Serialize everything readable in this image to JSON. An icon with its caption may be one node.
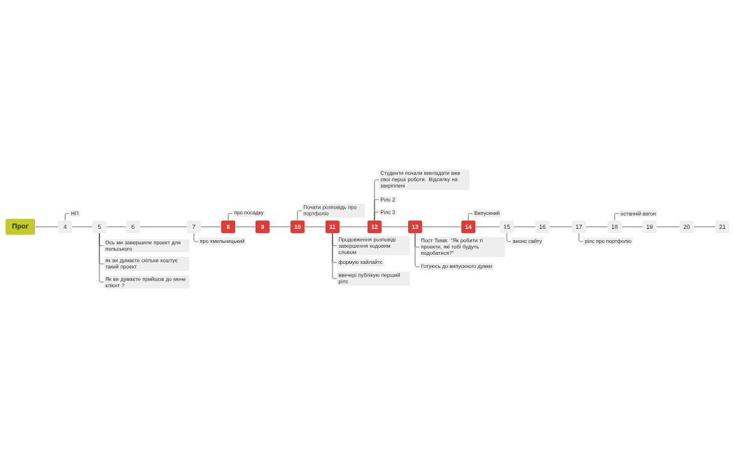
{
  "diagram": {
    "nodes": [
      {
        "text": [
          "Прог"
        ]
      },
      {
        "text": [
          "4"
        ]
      },
      {
        "text": [
          "5"
        ]
      },
      {
        "text": [
          "6"
        ]
      },
      {
        "text": [
          "7"
        ]
      },
      {
        "text": [
          "8"
        ]
      },
      {
        "text": [
          "9"
        ]
      },
      {
        "text": [
          "10"
        ]
      },
      {
        "text": [
          "11"
        ]
      },
      {
        "text": [
          "12"
        ]
      },
      {
        "text": [
          "13"
        ]
      },
      {
        "text": [
          "14"
        ]
      },
      {
        "text": [
          "15"
        ]
      },
      {
        "text": [
          "16"
        ]
      },
      {
        "text": [
          "17"
        ]
      },
      {
        "text": [
          "18"
        ]
      },
      {
        "text": [
          "19"
        ]
      },
      {
        "text": [
          "20"
        ]
      },
      {
        "text": [
          "21"
        ]
      },
      {
        "text": [
          "НП"
        ]
      },
      {
        "text": [
          "Ось ми завершили проект для польського"
        ]
      },
      {
        "text": [
          "як ви думаєте скільки коштує такий проект"
        ]
      },
      {
        "text": [
          "Як ви думаєте прийшов до мене клієнт ?"
        ]
      },
      {
        "text": [
          "про хмельницький"
        ]
      },
      {
        "text": [
          "про посадку"
        ]
      },
      {
        "text": [
          "Почати розповідь про портфоліо"
        ]
      },
      {
        "text": [
          "Студенти почали викладати вже свої перші роботи. Відсилку на закріплені"
        ]
      },
      {
        "text": [
          "Рілс 2"
        ]
      },
      {
        "text": [
          "Рілс 3"
        ]
      },
      {
        "text": [
          "Продовження розповіді завершення кодовим словом"
        ]
      },
      {
        "text": [
          "формую хайлайтс"
        ]
      },
      {
        "text": [
          "ввечері публікую перший рілс"
        ]
      },
      {
        "text": [
          "Пост Тема: “Як робити ті проекти, які тобі будуть подобатися?”"
        ]
      },
      {
        "text": [
          "Готуюсь до випускного думки"
        ]
      },
      {
        "text": [
          "Випускний"
        ]
      },
      {
        "text": [
          "анонс сайту"
        ]
      },
      {
        "text": [
          "рілс про портфоліо"
        ]
      },
      {
        "text": [
          "останній вагон"
        ]
      }
    ],
    "edges": [
      {
        "from": 0,
        "to": 1,
        "arrow": "none"
      },
      {
        "from": 1,
        "to": 2,
        "arrow": "none"
      },
      {
        "from": 2,
        "to": 3,
        "arrow": "none"
      },
      {
        "from": 3,
        "to": 4,
        "arrow": "none"
      },
      {
        "from": 4,
        "to": 5,
        "arrow": "none"
      },
      {
        "from": 5,
        "to": 6,
        "arrow": "none"
      },
      {
        "from": 6,
        "to": 7,
        "arrow": "none"
      },
      {
        "from": 7,
        "to": 8,
        "arrow": "none"
      },
      {
        "from": 8,
        "to": 9,
        "arrow": "none"
      },
      {
        "from": 9,
        "to": 10,
        "arrow": "none"
      },
      {
        "from": 10,
        "to": 11,
        "arrow": "none"
      },
      {
        "from": 11,
        "to": 12,
        "arrow": "none"
      },
      {
        "from": 12,
        "to": 13,
        "arrow": "none"
      },
      {
        "from": 13,
        "to": 14,
        "arrow": "none"
      },
      {
        "from": 14,
        "to": 15,
        "arrow": "none"
      },
      {
        "from": 15,
        "to": 16,
        "arrow": "none"
      },
      {
        "from": 16,
        "to": 17,
        "arrow": "none"
      },
      {
        "from": 17,
        "to": 18,
        "arrow": "none"
      },
      {
        "from": 1,
        "to": 19,
        "arrow": "none"
      },
      {
        "from": 2,
        "to": 20,
        "arrow": "none"
      },
      {
        "from": 2,
        "to": 21,
        "arrow": "none"
      },
      {
        "from": 2,
        "to": 22,
        "arrow": "none"
      },
      {
        "from": 4,
        "to": 23,
        "arrow": "none"
      },
      {
        "from": 5,
        "to": 24,
        "arrow": "none"
      },
      {
        "from": 7,
        "to": 25,
        "arrow": "none"
      },
      {
        "from": 9,
        "to": 26,
        "arrow": "none"
      },
      {
        "from": 9,
        "to": 27,
        "arrow": "none"
      },
      {
        "from": 9,
        "to": 28,
        "arrow": "none"
      },
      {
        "from": 8,
        "to": 29,
        "arrow": "none"
      },
      {
        "from": 8,
        "to": 30,
        "arrow": "none"
      },
      {
        "from": 8,
        "to": 31,
        "arrow": "none"
      },
      {
        "from": 10,
        "to": 32,
        "arrow": "none"
      },
      {
        "from": 10,
        "to": 33,
        "arrow": "none"
      },
      {
        "from": 11,
        "to": 34,
        "arrow": "none"
      },
      {
        "from": 12,
        "to": 35,
        "arrow": "none"
      },
      {
        "from": 14,
        "to": 36,
        "arrow": "none"
      },
      {
        "from": 15,
        "to": 37,
        "arrow": "none"
      }
    ]
  }
}
